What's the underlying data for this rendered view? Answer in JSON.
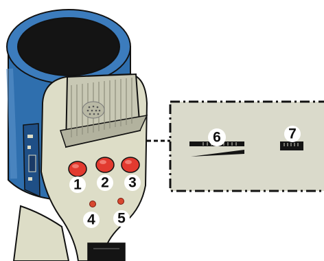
{
  "diagram": {
    "callouts": {
      "button1": "1",
      "button2": "2",
      "button3": "3",
      "led4": "4",
      "led5": "5",
      "inset_slider": "6",
      "inset_dial": "7"
    }
  },
  "colors": {
    "body": "#ddddc7",
    "cylinder": "#2f6fae",
    "cylinder_dark": "#1f4f86",
    "button": "#e23a2f",
    "inset_bg": "#dadacb",
    "outline": "#111111"
  }
}
